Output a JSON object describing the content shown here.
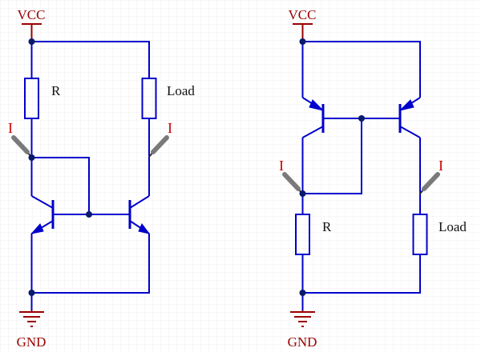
{
  "colors": {
    "background": "#ffffff",
    "grid": "#e6e6e6",
    "wire": "#0000cc",
    "junction": "#0a1a6b",
    "power_symbol": "#990000",
    "label_red": "#cc0000",
    "label_dark": "#111111",
    "probe_body": "#7a7a7a",
    "probe_tip": "#2a2a2a"
  },
  "icons": {
    "power": "vcc-bar-icon",
    "ground": "ground-icon",
    "probe": "current-probe-icon",
    "npn": "npn-transistor-icon",
    "pnp": "pnp-transistor-icon",
    "resistor": "resistor-icon"
  },
  "diagrams": [
    {
      "id": "npn-mirror",
      "supply_label": "VCC",
      "ground_label": "GND",
      "resistor_label": "R",
      "load_label": "Load",
      "current_labels": [
        "I",
        "I"
      ]
    },
    {
      "id": "pnp-mirror",
      "supply_label": "VCC",
      "ground_label": "GND",
      "resistor_label": "R",
      "load_label": "Load",
      "current_labels": [
        "I",
        "I"
      ]
    }
  ]
}
